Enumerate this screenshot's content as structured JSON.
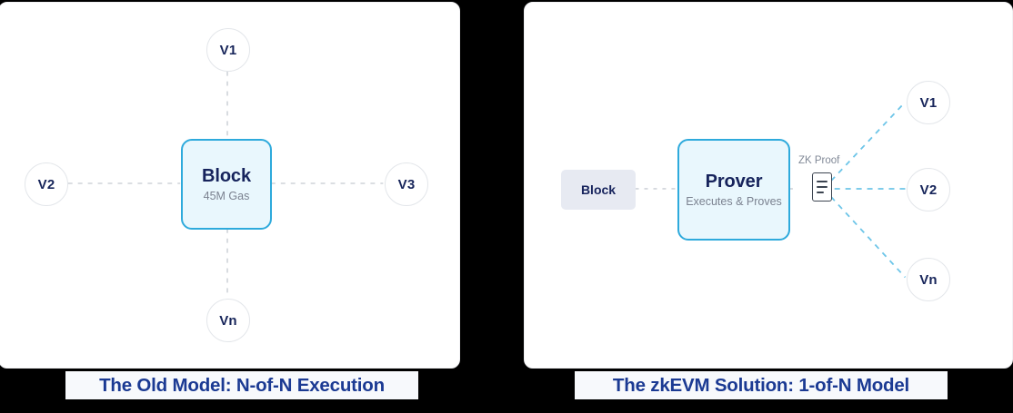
{
  "figure": {
    "background_color": "#000000",
    "panel_background": "#ffffff",
    "accent_color": "#2eaadc",
    "navy_color": "#16235c",
    "caption_color": "#1b3a93",
    "caption_background": "#f7f9fc",
    "grey_block_color": "#e7eaf2",
    "dashed_grey": "#cfd3d9",
    "dashed_blue": "#6dc5e8"
  },
  "left_panel": {
    "caption": "The Old Model: N-of-N Execution",
    "center_node": {
      "title": "Block",
      "subtitle": "45M Gas"
    },
    "validators": [
      {
        "label": "V1",
        "position": "top"
      },
      {
        "label": "V2",
        "position": "left"
      },
      {
        "label": "V3",
        "position": "right"
      },
      {
        "label": "Vn",
        "position": "bottom"
      }
    ]
  },
  "right_panel": {
    "caption": "The zkEVM Solution: 1-of-N Model",
    "source_node": {
      "title": "Block"
    },
    "center_node": {
      "title": "Prover",
      "subtitle": "Executes & Proves"
    },
    "proof": {
      "label": "ZK Proof",
      "icon": "document-icon"
    },
    "validators": [
      {
        "label": "V1",
        "position": "top-right"
      },
      {
        "label": "V2",
        "position": "right"
      },
      {
        "label": "Vn",
        "position": "bottom-right"
      }
    ]
  }
}
